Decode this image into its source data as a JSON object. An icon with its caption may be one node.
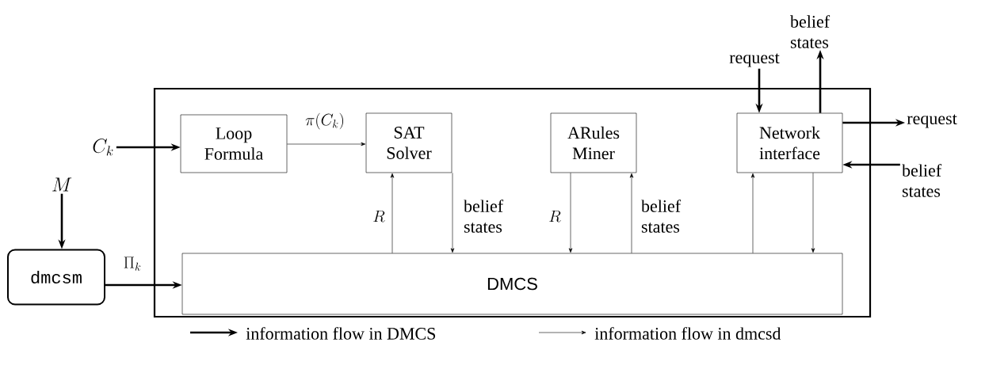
{
  "diagram": {
    "nodes": [
      {
        "text": [],
        "shape": "box"
      },
      {
        "text": [
          "Loop Formula"
        ],
        "in": 0
      },
      {
        "text": [
          "SAT Solver"
        ],
        "in": 0
      },
      {
        "text": [
          "ARules Miner"
        ],
        "in": 0
      },
      {
        "text": [
          "Network interface"
        ],
        "in": 0
      },
      {
        "text": [
          "DMCS"
        ],
        "in": 0
      },
      {
        "text": [
          "dmcsm"
        ]
      },
      {
        "text": [
          "C_k"
        ]
      },
      {
        "text": [
          "M"
        ]
      },
      {
        "text": [
          "request"
        ]
      },
      {
        "text": [
          "belief states"
        ]
      },
      {
        "text": [
          "request"
        ]
      },
      {
        "text": [
          "belief states"
        ]
      }
    ],
    "edges": [
      {
        "from": 7,
        "to": 1,
        "arrow": "to",
        "style": "thick"
      },
      {
        "from": 1,
        "to": 2,
        "arrow": "to",
        "label": "\\pi(C_k)"
      },
      {
        "from": 8,
        "to": 6,
        "arrow": "to",
        "style": "thick"
      },
      {
        "from": 6,
        "to": 5,
        "arrow": "to",
        "style": "thick",
        "label": "\\Pi_k"
      },
      {
        "from": 5,
        "to": 2,
        "arrow": "to",
        "label": "R"
      },
      {
        "from": 2,
        "to": 5,
        "arrow": "to",
        "label": "belief states"
      },
      {
        "from": 3,
        "to": 5,
        "arrow": "to",
        "label": "R"
      },
      {
        "from": 5,
        "to": 3,
        "arrow": "to",
        "label": "belief states"
      },
      {
        "from": 5,
        "to": 4,
        "arrow": "to"
      },
      {
        "from": 4,
        "to": 5,
        "arrow": "to"
      },
      {
        "from": 9,
        "to": 4,
        "arrow": "to",
        "style": "thick"
      },
      {
        "from": 4,
        "to": 10,
        "arrow": "to",
        "style": "thick"
      },
      {
        "from": 4,
        "to": 11,
        "arrow": "to",
        "style": "thick"
      },
      {
        "from": 12,
        "to": 4,
        "arrow": "to",
        "style": "thick"
      }
    ],
    "legend": [
      {
        "text": "information flow in DMCS"
      },
      {
        "text": "information flow in dmcsd"
      }
    ]
  }
}
